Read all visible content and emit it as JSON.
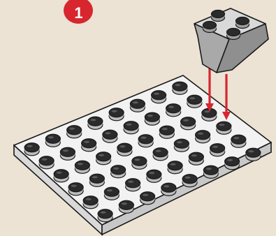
{
  "step": {
    "number": "1",
    "badge_color": "#d7262e"
  },
  "colors": {
    "background": "#ece3d4",
    "plate_top": "#f2f2f2",
    "plate_side": "#d9d9d9",
    "outline": "#1a1a1a",
    "stud_top": "#2b2b2b",
    "brick_top": "#d9d9d9",
    "brick_side": "#a9a9a9",
    "arrow": "#d7262e"
  },
  "assembly": {
    "plate": {
      "rows": 6,
      "columns": 8
    },
    "brick": {
      "studs": 4,
      "shape": "inverted-slope"
    },
    "arrows": 2
  }
}
